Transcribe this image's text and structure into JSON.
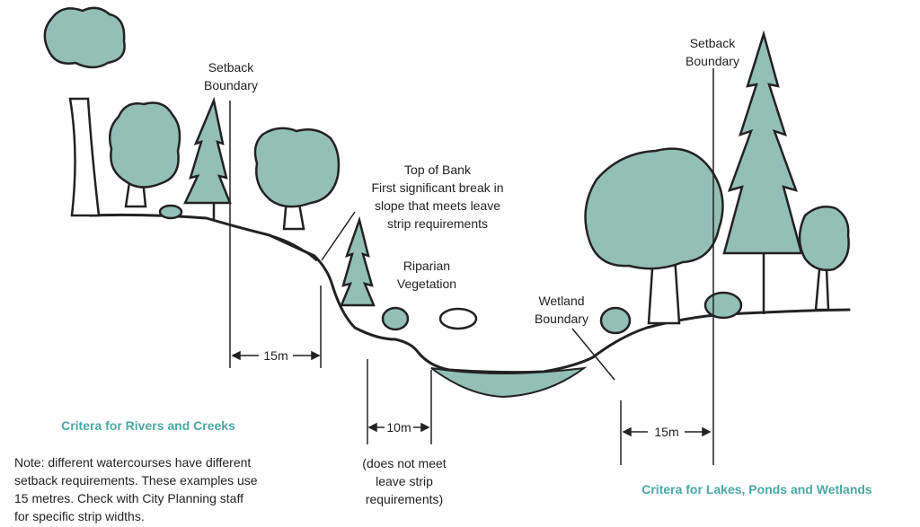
{
  "labels": {
    "setback_left": "Setback\nBoundary",
    "setback_right": "Setback\nBoundary",
    "top_of_bank": "Top of Bank\nFirst significant break in\nslope that meets leave\nstrip requirements",
    "riparian": "Riparian\nVegetation",
    "wetland": "Wetland\nBoundary",
    "dim_left": "15m",
    "dim_middle": "10m",
    "dim_right": "15m",
    "does_not_meet": "(does not meet\nleave strip\nrequirements)",
    "criteria_rivers": "Critera for Rivers and Creeks",
    "criteria_lakes": "Critera for Lakes, Ponds and Wetlands",
    "note": "Note: different watercourses have different\nsetback requirements. These examples use\n15 metres. Check with City Planning staff\nfor specific strip widths."
  },
  "colors": {
    "foliage": "#93bfb5",
    "outline": "#222222",
    "accent_text": "#4aa8a4"
  }
}
